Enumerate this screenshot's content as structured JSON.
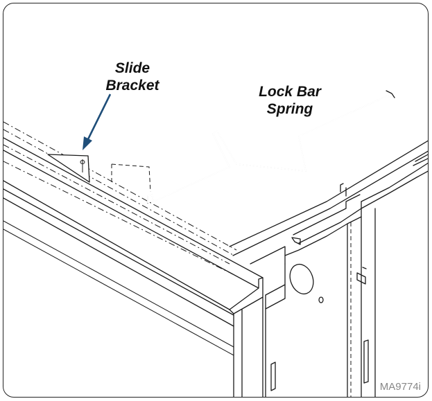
{
  "labels": {
    "slide_bracket_line1": "Slide",
    "slide_bracket_line2": "Bracket",
    "lock_bar_spring_line1": "Lock Bar",
    "lock_bar_spring_line2": "Spring"
  },
  "figure_id": "MA9774i",
  "colors": {
    "arrow": "#1f4e79",
    "line": "#1a1a1a",
    "id_text": "#888888"
  }
}
